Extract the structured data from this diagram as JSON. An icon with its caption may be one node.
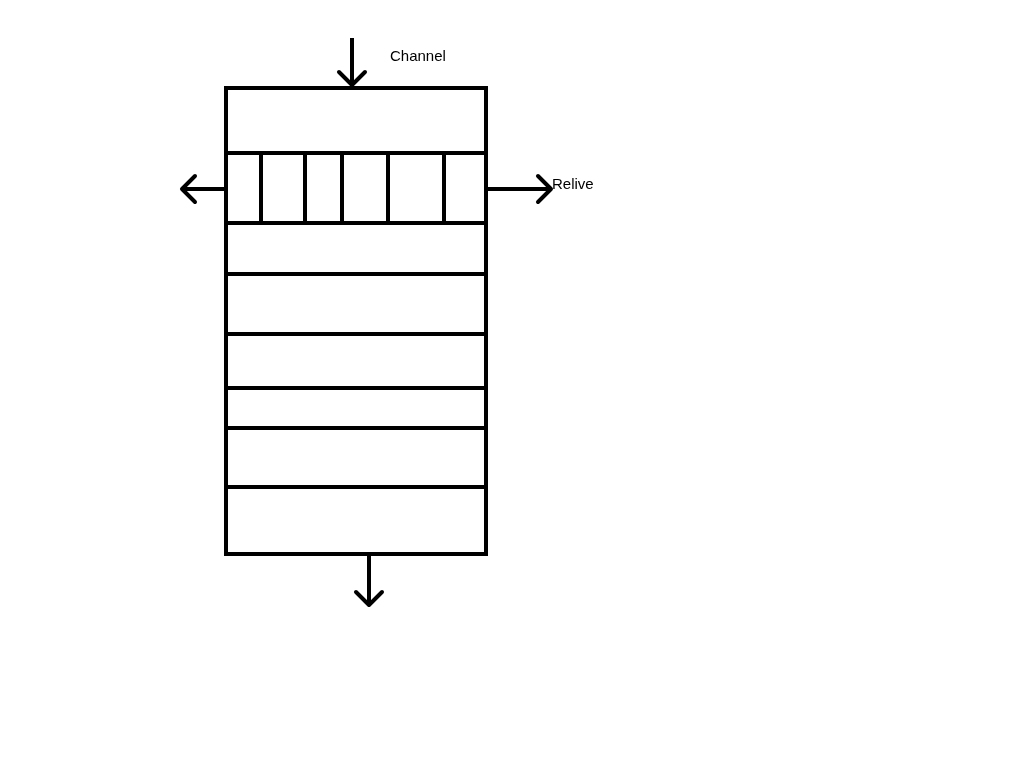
{
  "diagram": {
    "nodes": [
      {
        "text": [],
        "shape": "box"
      },
      {
        "text": [
          "Relive"
        ]
      }
    ],
    "edges": [
      {
        "from": null,
        "to": 0,
        "arrow": "to",
        "label": "Channel"
      },
      {
        "from": 0,
        "to": null,
        "arrow": "to"
      },
      {
        "from": 0,
        "to": 1,
        "arrow": "to"
      },
      {
        "from": 0,
        "to": null,
        "arrow": "to"
      }
    ]
  }
}
